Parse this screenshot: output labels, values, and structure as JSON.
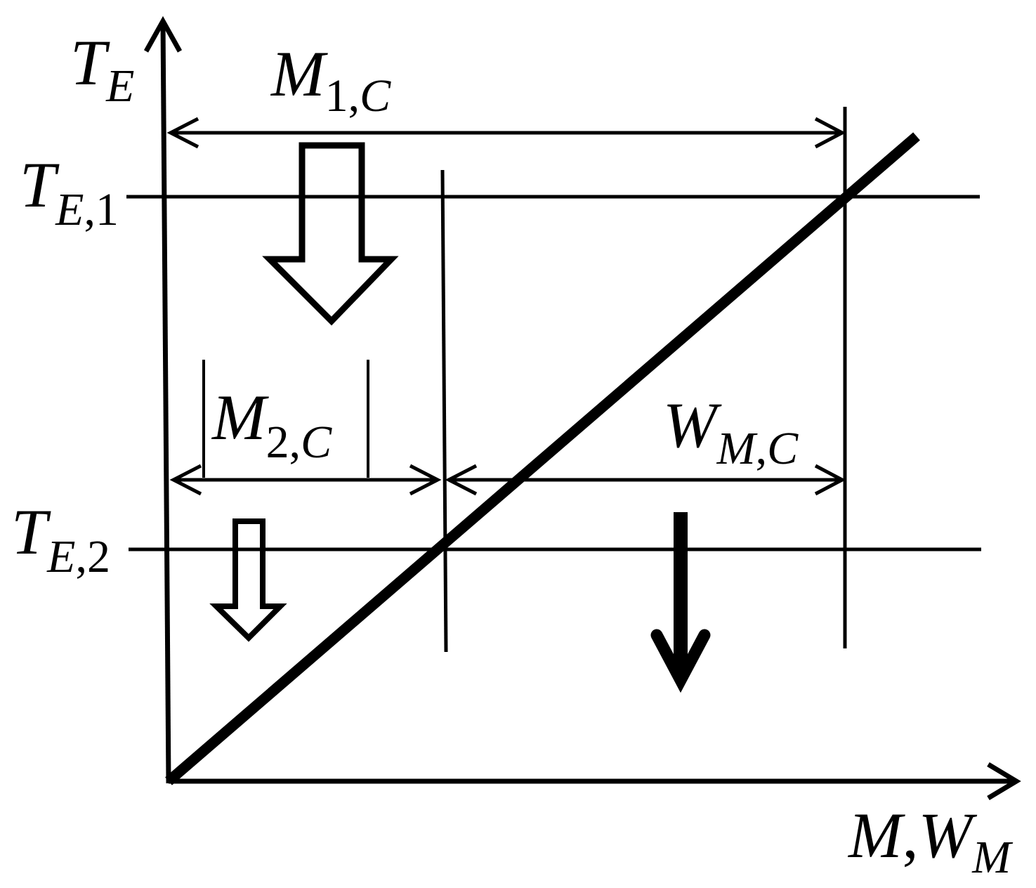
{
  "colors": {
    "ink": "#000000",
    "background": "#ffffff"
  },
  "axes": {
    "y_label": {
      "main": "T",
      "sub": "E"
    },
    "x_label": {
      "main_1": "M",
      "comma": ",",
      "main_2": "W",
      "sub": "M"
    }
  },
  "levels": {
    "t_e1": {
      "main": "T",
      "sub_1": "E",
      "comma": ",",
      "sub_2": "1"
    },
    "t_e2": {
      "main": "T",
      "sub_1": "E",
      "comma": ",",
      "sub_2": "2"
    }
  },
  "dimensions": {
    "m1c": {
      "main": "M",
      "sub_1": "1",
      "comma": ",",
      "sub_2": "C"
    },
    "m2c": {
      "main": "M",
      "sub_1": "2",
      "comma": ",",
      "sub_2": "C"
    },
    "wmc": {
      "main": "W",
      "sub_1": "M",
      "comma": ",",
      "sub_2": "C"
    }
  }
}
